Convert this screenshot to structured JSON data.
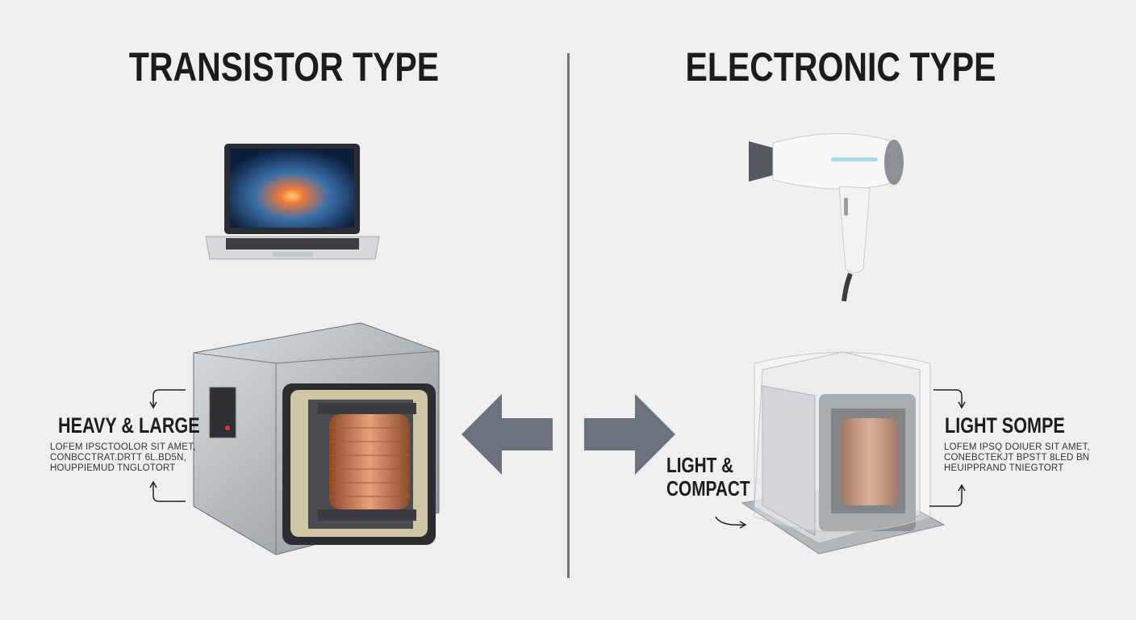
{
  "left": {
    "title": "TRANSISTOR TYPE",
    "label": "HEAVY & LARGE",
    "body": [
      "LOFEM IPSCTOOLOR SIT AMET,",
      "CONBCCTRAT.DRTT 6L.BD5N,",
      "HOUPPIEMUD TNGLOTORT"
    ]
  },
  "right": {
    "title": "ELECTRONIC TYPE",
    "label": "LIGHT SOMPE",
    "side_label": [
      "LIGHT &",
      "COMPACT"
    ],
    "body": [
      "LOFEM IPSQ DOIUER SIT AMET,",
      "CONEBCTEKJT BPSTT 8LED BN",
      "HEUIPPRAND TNIEGTORT"
    ]
  },
  "colors": {
    "background": "#efefef",
    "arrow": "#6b717e",
    "copper": "#c8744a",
    "divider": "#6e7380"
  }
}
